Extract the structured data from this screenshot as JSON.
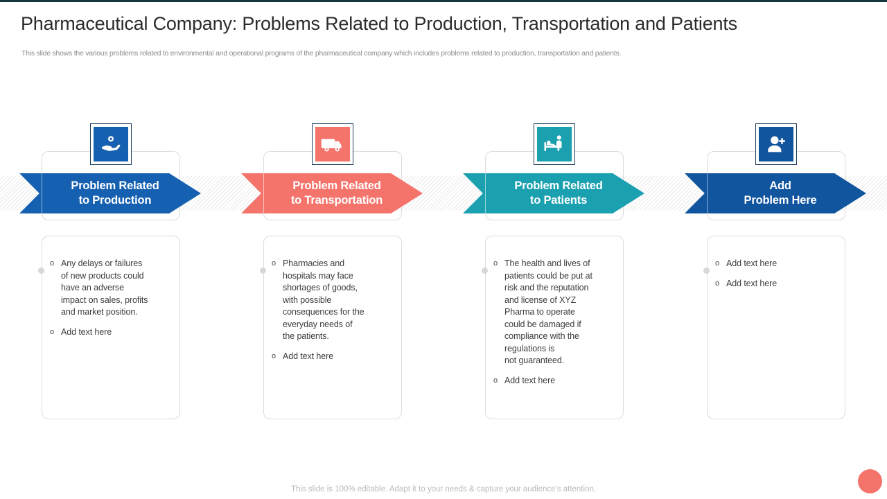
{
  "header": {
    "title": "Pharmaceutical Company: Problems Related to Production, Transportation and Patients",
    "subtitle": "This slide shows the various problems related to environmental and operational programs of the pharmaceutical company which includes problems related to production, transportation and patients."
  },
  "colors": {
    "blue": "#1560b0",
    "coral": "#f4736b",
    "teal": "#1ba0b0",
    "blue_dark": "#11559e",
    "icon_border_blue": "#1b3a5c",
    "top_rule": "#17373f",
    "card_border": "#dddddd",
    "body_text": "#3d3d3d",
    "subtitle_text": "#8d8d8d",
    "footer_text": "#b9b9b9"
  },
  "columns": [
    {
      "id": "production",
      "label": "Problem Related\nto Production",
      "accent": "#1560b0",
      "icon_bg": "#1560b0",
      "icon_border": "#1b3a5c",
      "icon_name": "hand-holding-gear-icon",
      "bullets": [
        {
          "marker": "o",
          "text": "Any delays or failures\nof new products could\nhave an adverse\nimpact on sales, profits\nand market position."
        },
        {
          "marker": "o",
          "text": "Add text here"
        }
      ]
    },
    {
      "id": "transportation",
      "label": "Problem Related\nto Transportation",
      "accent": "#f4736b",
      "icon_bg": "#f4736b",
      "icon_border": "#1b3a5c",
      "icon_name": "delivery-truck-icon",
      "bullets": [
        {
          "marker": "o",
          "text": "Pharmacies and\nhospitals may face\nshortages of goods,\nwith possible\nconsequences for the\neveryday needs of\nthe patients."
        },
        {
          "marker": "o",
          "text": "Add text here"
        }
      ]
    },
    {
      "id": "patients",
      "label": "Problem Related\nto Patients",
      "accent": "#1ba0b0",
      "icon_bg": "#1ba0b0",
      "icon_border": "#1b3a5c",
      "icon_name": "patient-in-bed-icon",
      "bullets": [
        {
          "marker": "o",
          "text": "The health and lives of\npatients could be put at\nrisk and the reputation\nand license of XYZ\nPharma to operate\ncould be damaged if\ncompliance with the\nregulations is\nnot guaranteed."
        },
        {
          "marker": "o",
          "text": "Add text here"
        }
      ]
    },
    {
      "id": "add-problem",
      "label": "Add\nProblem Here",
      "accent": "#11559e",
      "icon_bg": "#11559e",
      "icon_border": "#1b3a5c",
      "icon_name": "add-user-icon",
      "bullets": [
        {
          "marker": "o",
          "text": "Add text here"
        },
        {
          "marker": "o",
          "text": "Add text here"
        }
      ]
    }
  ],
  "footer": {
    "note": "This slide is 100% editable. Adapt it to your needs & capture your audience's attention."
  }
}
